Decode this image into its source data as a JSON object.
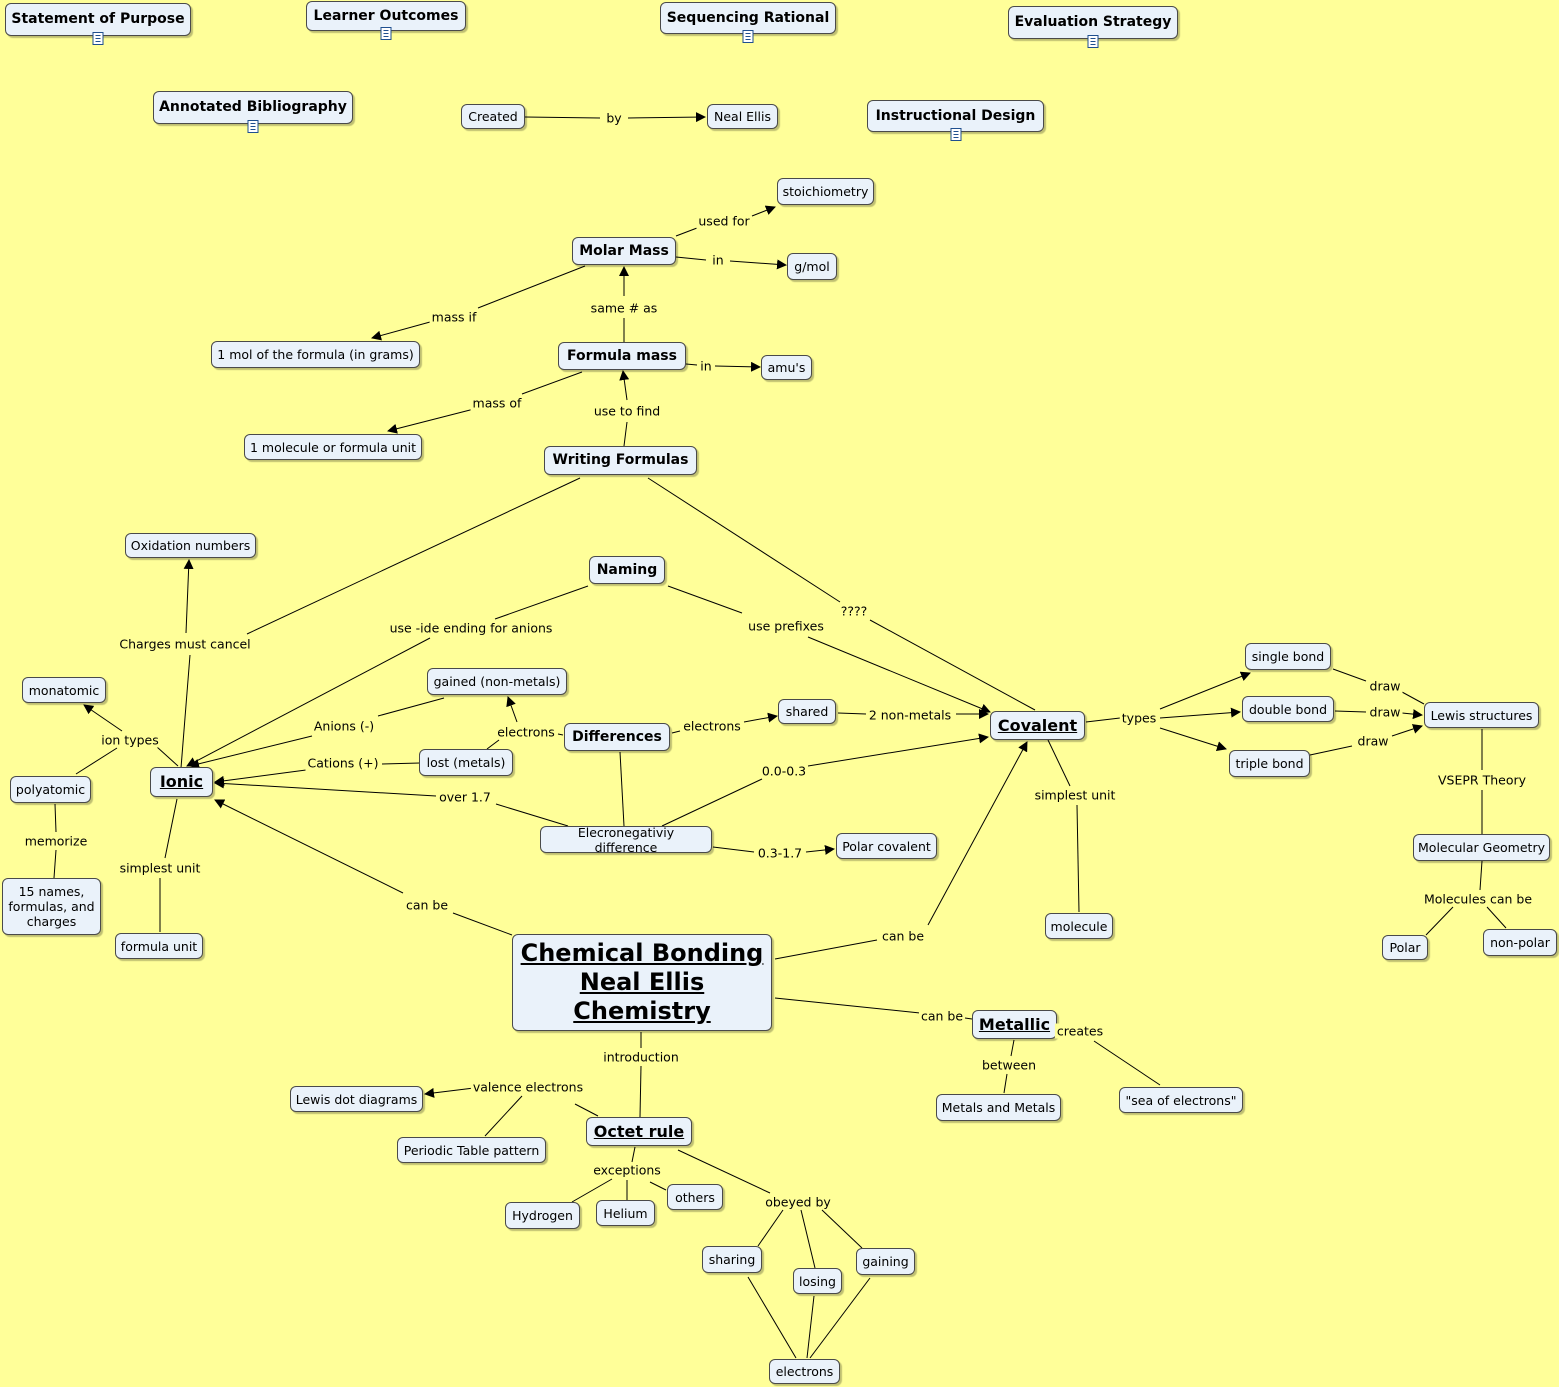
{
  "colors": {
    "background": "#ffff99",
    "node_fill": "#eaf2fa",
    "node_border": "#4a4a4a"
  },
  "nodes": {
    "statement": "Statement of Purpose",
    "learner": "Learner Outcomes",
    "sequencing": "Sequencing Rational",
    "evaluation": "Evaluation Strategy",
    "bibliography": "Annotated Bibliography",
    "created": "Created",
    "neal": "Neal Ellis",
    "instructional": "Instructional Design",
    "stoich": "stoichiometry",
    "molar_mass": "Molar Mass",
    "gmol": "g/mol",
    "one_mol": "1 mol of the formula (in grams)",
    "formula_mass": "Formula mass",
    "amus": "amu's",
    "one_molecule": "1 molecule or formula unit",
    "writing": "Writing Formulas",
    "oxidation": "Oxidation numbers",
    "naming": "Naming",
    "monatomic": "monatomic",
    "gained": "gained (non-metals)",
    "shared": "shared",
    "single_bond": "single bond",
    "double_bond": "double bond",
    "triple_bond": "triple bond",
    "lewis_structures": "Lewis structures",
    "covalent": "Covalent",
    "differences": "Differences",
    "lost": "lost (metals)",
    "polyatomic": "polyatomic",
    "ionic": "Ionic",
    "electroneg": "Elecronegativiy difference",
    "polar_cov": "Polar covalent",
    "mol_geometry": "Molecular Geometry",
    "fifteen": "15 names, formulas, and charges",
    "formula_unit": "formula unit",
    "molecule": "molecule",
    "polar": "Polar",
    "nonpolar": "non-polar",
    "main_title": "Chemical Bonding Neal Ellis Chemistry",
    "metallic": "Metallic",
    "lewis_dot": "Lewis dot diagrams",
    "periodic": "Periodic Table pattern",
    "octet": "Octet rule",
    "metals_metals": "Metals and Metals",
    "sea": "\"sea of electrons\"",
    "others": "others",
    "helium": "Helium",
    "hydrogen": "Hydrogen",
    "sharing": "sharing",
    "gaining": "gaining",
    "losing": "losing",
    "electrons": "electrons"
  },
  "labels": {
    "by": "by",
    "used_for": "used for",
    "in1": "in",
    "mass_if": "mass if",
    "same_as": "same # as",
    "in2": "in",
    "mass_of": "mass of",
    "use_to_find": "use to find",
    "charges_cancel": "Charges must cancel",
    "ide": "use -ide ending for anions",
    "prefixes": "use prefixes",
    "qqqq": "????",
    "ion_types": "ion types",
    "anions": "Anions (-)",
    "electrons_l": "electrons",
    "electrons_r": "electrons",
    "two_nonmetals": "2 non-metals",
    "types": "types",
    "draw1": "draw",
    "draw2": "draw",
    "draw3": "draw",
    "cations": "Cations (+)",
    "over17": "over 1.7",
    "range_0_03": "0.0-0.3",
    "vsepr": "VSEPR Theory",
    "memorize": "memorize",
    "simplest_ionic": "simplest unit",
    "simplest_cov": "simplest unit",
    "range_03_17": "0.3-1.7",
    "molecules_can_be": "Molecules can be",
    "can_be_ionic": "can be",
    "can_be_cov": "can be",
    "can_be_met": "can be",
    "creates": "creates",
    "introduction": "introduction",
    "between": "between",
    "valence": "valence electrons",
    "exceptions": "exceptions",
    "obeyed_by": "obeyed by"
  }
}
